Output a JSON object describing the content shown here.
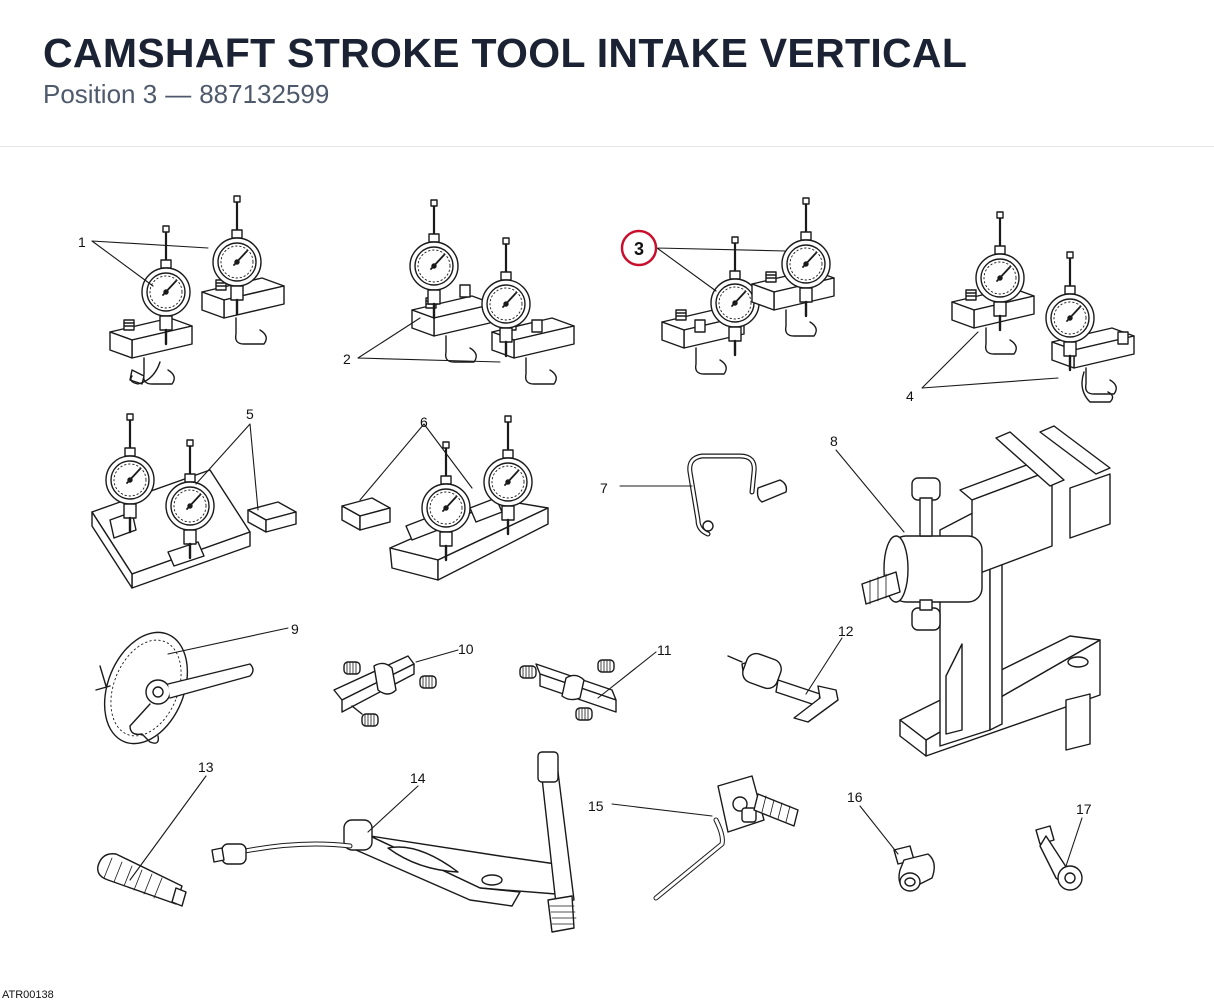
{
  "header": {
    "title": "CAMSHAFT STROKE TOOL INTAKE VERTICAL",
    "position_label": "Position 3",
    "separator": "—",
    "part_number": "887132599"
  },
  "diagram": {
    "highlight_color": "#c8102e",
    "highlighted_callout": "3",
    "callouts": [
      "1",
      "2",
      "3",
      "4",
      "5",
      "6",
      "7",
      "8",
      "9",
      "10",
      "11",
      "12",
      "13",
      "14",
      "15",
      "16",
      "17"
    ]
  },
  "footer": {
    "drawing_code": "ATR00138"
  }
}
